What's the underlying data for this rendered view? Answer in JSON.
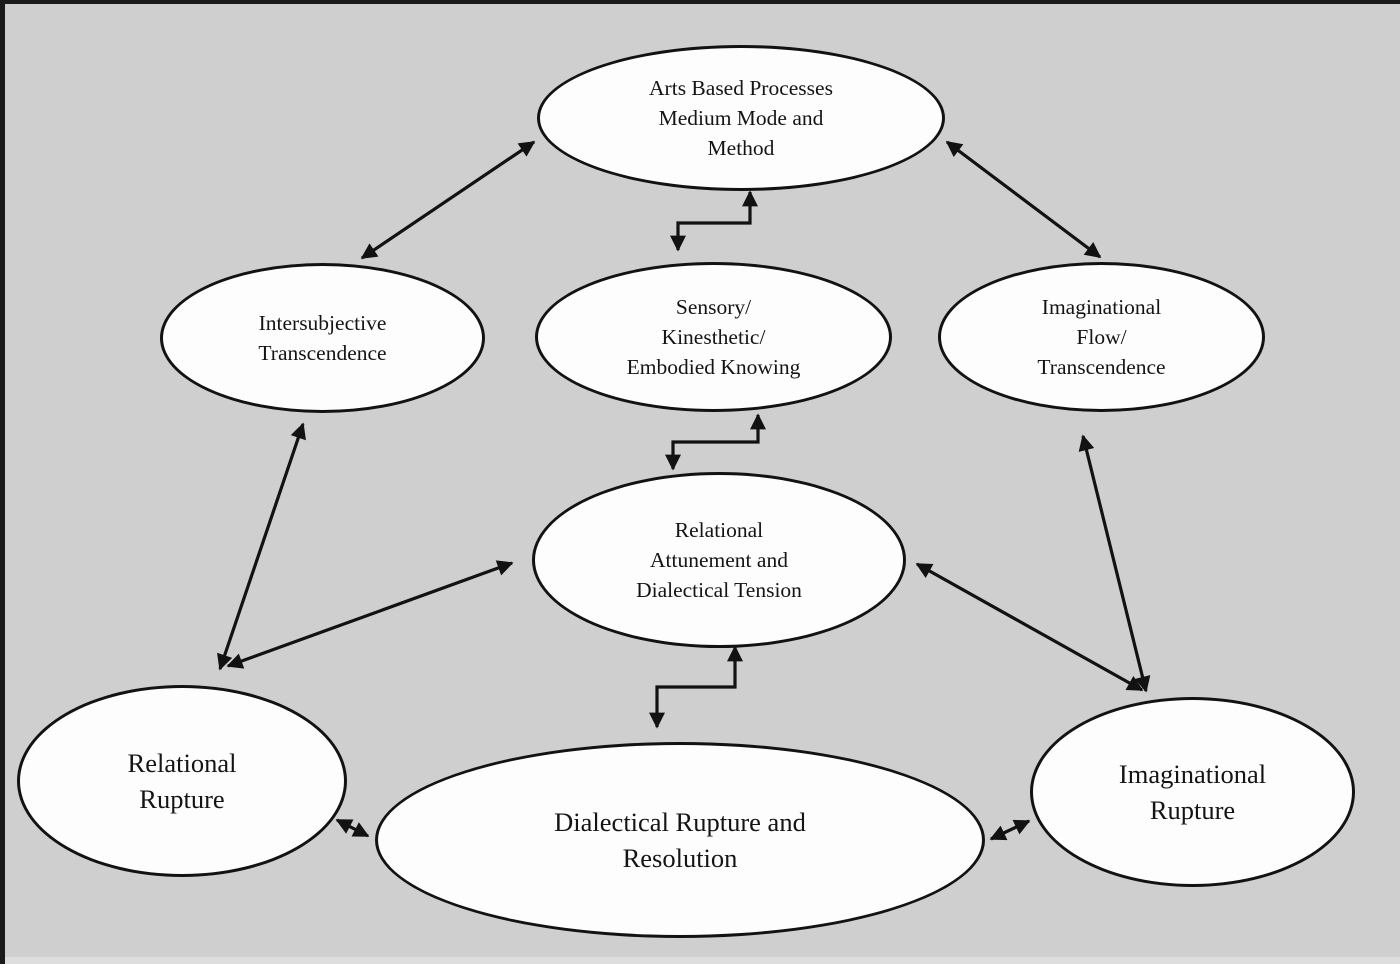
{
  "diagram": {
    "title": "Arts based processes relational model diagram",
    "colors": {
      "background": "#cfcfcf",
      "node_fill": "#fdfdfd",
      "stroke": "#121212",
      "text": "#141414"
    },
    "nodes": [
      {
        "id": "arts-based-processes",
        "lines": [
          "Arts Based Processes",
          "Medium Mode and",
          "Method"
        ]
      },
      {
        "id": "intersubjective-transcendence",
        "lines": [
          "Intersubjective",
          "Transcendence"
        ]
      },
      {
        "id": "sensory-kinesthetic-embodied-knowing",
        "lines": [
          "Sensory/",
          "Kinesthetic/",
          "Embodied Knowing"
        ]
      },
      {
        "id": "imaginational-flow-transcendence",
        "lines": [
          "Imaginational",
          "Flow/",
          "Transcendence"
        ]
      },
      {
        "id": "relational-attunement-dialectical-tension",
        "lines": [
          "Relational",
          "Attunement and",
          "Dialectical Tension"
        ]
      },
      {
        "id": "relational-rupture",
        "lines": [
          "Relational",
          "Rupture"
        ]
      },
      {
        "id": "dialectical-rupture-resolution",
        "lines": [
          "Dialectical Rupture and",
          "Resolution"
        ]
      },
      {
        "id": "imaginational-rupture",
        "lines": [
          "Imaginational",
          "Rupture"
        ]
      }
    ],
    "connections": [
      {
        "from": "arts-based-processes",
        "to": "intersubjective-transcendence",
        "bidirectional": true,
        "style": "straight"
      },
      {
        "from": "arts-based-processes",
        "to": "imaginational-flow-transcendence",
        "bidirectional": true,
        "style": "straight"
      },
      {
        "from": "arts-based-processes",
        "to": "sensory-kinesthetic-embodied-knowing",
        "bidirectional": true,
        "style": "elbow"
      },
      {
        "from": "sensory-kinesthetic-embodied-knowing",
        "to": "relational-attunement-dialectical-tension",
        "bidirectional": true,
        "style": "elbow"
      },
      {
        "from": "relational-attunement-dialectical-tension",
        "to": "dialectical-rupture-resolution",
        "bidirectional": true,
        "style": "elbow"
      },
      {
        "from": "intersubjective-transcendence",
        "to": "relational-rupture",
        "bidirectional": true,
        "style": "straight"
      },
      {
        "from": "relational-rupture",
        "to": "relational-attunement-dialectical-tension",
        "bidirectional": true,
        "style": "straight"
      },
      {
        "from": "imaginational-flow-transcendence",
        "to": "imaginational-rupture",
        "bidirectional": true,
        "style": "straight"
      },
      {
        "from": "relational-attunement-dialectical-tension",
        "to": "imaginational-rupture",
        "bidirectional": true,
        "style": "straight"
      },
      {
        "from": "relational-rupture",
        "to": "dialectical-rupture-resolution",
        "bidirectional": true,
        "style": "straight"
      },
      {
        "from": "dialectical-rupture-resolution",
        "to": "imaginational-rupture",
        "bidirectional": true,
        "style": "straight"
      }
    ]
  }
}
